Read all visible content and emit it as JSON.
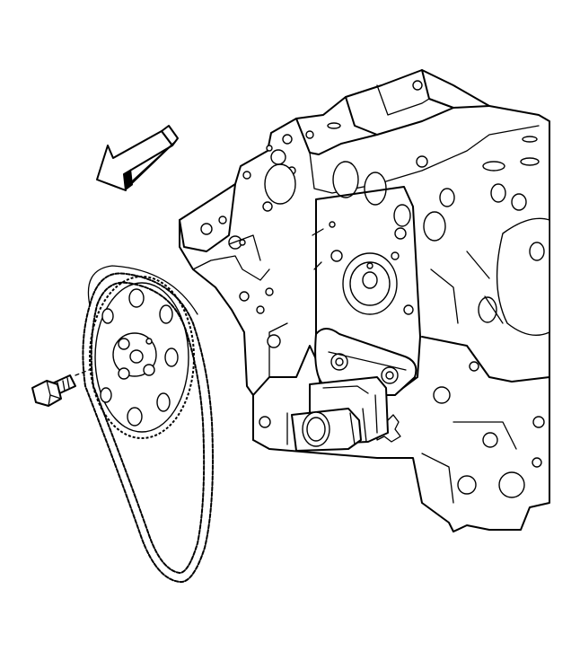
{
  "figure": {
    "title": "",
    "caption": "",
    "parts": {
      "engine_block": "engine-block",
      "camshaft_sprocket": "camshaft-sprocket",
      "timing_chain": "timing-chain",
      "sprocket_bolt": "sprocket-bolt",
      "removal_arrow": "removal-direction-arrow",
      "chain_tensioner": "timing-chain-tensioner"
    },
    "colors": {
      "line": "#000000",
      "background": "#ffffff"
    }
  }
}
